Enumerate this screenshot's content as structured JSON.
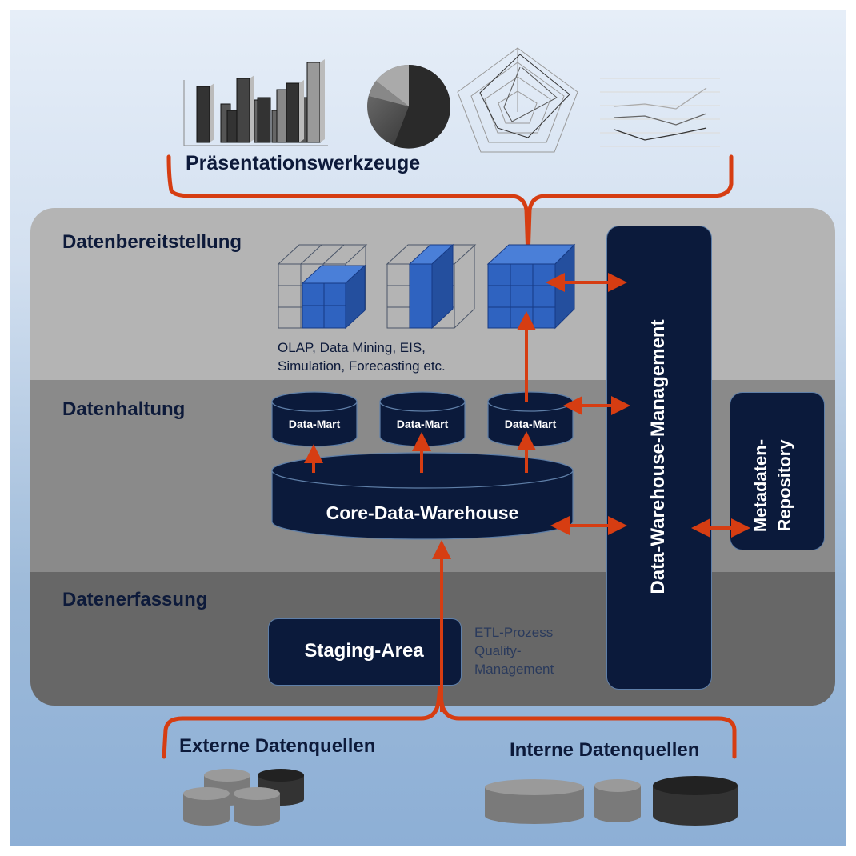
{
  "presentation": {
    "title": "Präsentationswerkzeuge",
    "icons": [
      "bar-chart-3d-icon",
      "pie-chart-icon",
      "radar-chart-icon",
      "line-chart-icon"
    ]
  },
  "layers": {
    "provision": "Datenbereitstellung",
    "storage": "Datenhaltung",
    "capture": "Datenerfassung"
  },
  "provision_note": [
    "OLAP, Data Mining, EIS,",
    "Simulation, Forecasting etc."
  ],
  "data_marts": [
    "Data-Mart",
    "Data-Mart",
    "Data-Mart"
  ],
  "core_dw": "Core-Data-Warehouse",
  "staging": "Staging-Area",
  "etl_note": [
    "ETL-Prozess",
    "Quality-",
    "Management"
  ],
  "dw_management": "Data-Warehouse-Management",
  "metadata_repository": [
    "Metadaten-",
    "Repository"
  ],
  "sources": {
    "external": "Externe Datenquellen",
    "internal": "Interne Datenquellen"
  },
  "colors": {
    "navy": "#0b1a3b",
    "arrow": "#d63d12",
    "cube_blue": "#2f63c0",
    "band_provision": "#b4b4b4",
    "band_storage": "#8a8a8a",
    "band_capture": "#676767"
  }
}
